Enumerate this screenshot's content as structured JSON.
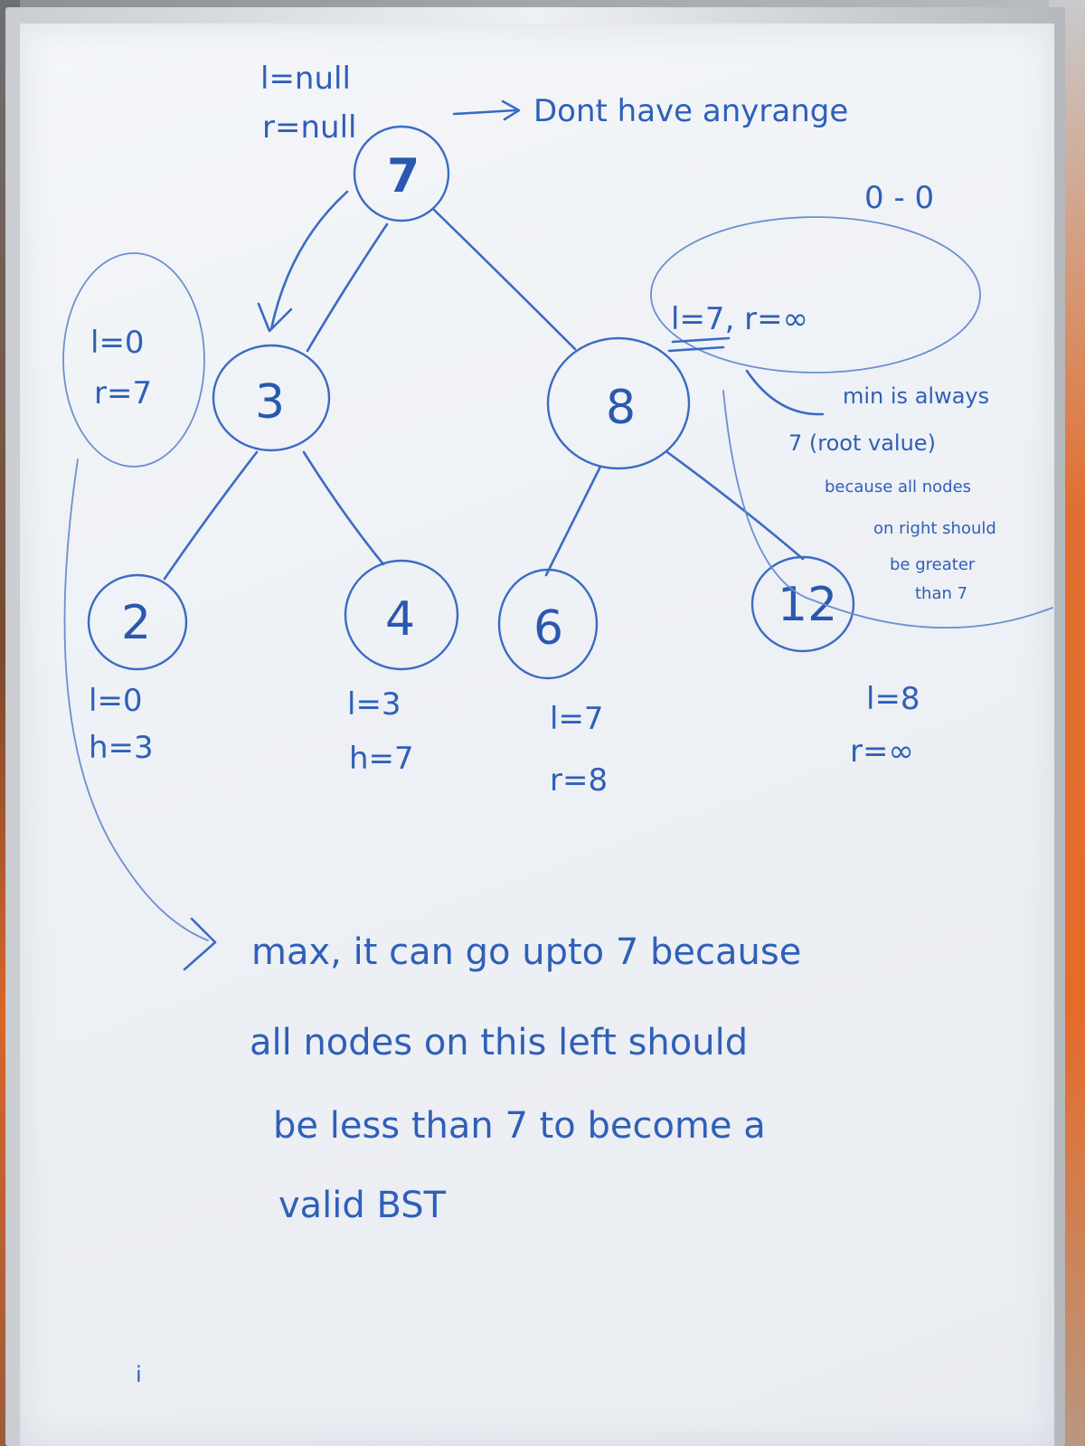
{
  "tree": {
    "root": {
      "value": "7",
      "range_l": "l=null",
      "range_r": "r=null"
    },
    "nodes": [
      {
        "value": "3",
        "range_l": "l=0",
        "range_r": "r=7"
      },
      {
        "value": "8",
        "range_l": "l=7, r=∞",
        "range_r": ""
      },
      {
        "value": "2",
        "range_l": "l=0",
        "range_r": "h=3"
      },
      {
        "value": "4",
        "range_l": "l=3",
        "range_r": "h=7"
      },
      {
        "value": "6",
        "range_l": "l=7",
        "range_r": "r=8"
      },
      {
        "value": "12",
        "range_l": "l=8",
        "range_r": "r=∞"
      }
    ]
  },
  "annotations": {
    "root_note": "Dont have anyrange",
    "empty_range": "0 - 0",
    "right_note": [
      "min is always",
      "7 (root value)",
      "because all nodes",
      "on right should",
      "be greater",
      "than 7"
    ],
    "bottom_note": [
      "max, it can go upto 7 because",
      "all nodes on this left should",
      "be less than 7 to become a",
      "valid BST"
    ],
    "corner_mark": "i"
  },
  "colors": {
    "ink": "#3b6bc4",
    "board": "#f2f4f7",
    "wall_accent": "#e46b2a"
  }
}
